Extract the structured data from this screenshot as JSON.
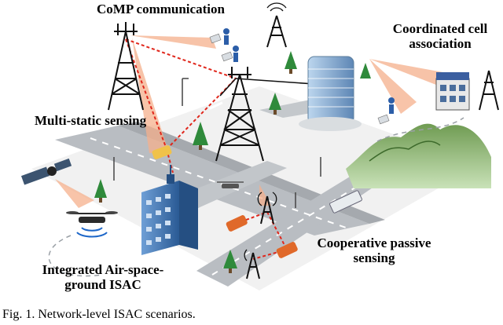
{
  "labels": {
    "comp": "CoMP communication",
    "coord_line1": "Coordinated cell",
    "coord_line2": "association",
    "multistatic": "Multi-static sensing",
    "integrated_line1": "Integrated Air-space-",
    "integrated_line2": "ground ISAC",
    "coop_line1": "Cooperative passive",
    "coop_line2": "sensing"
  },
  "caption": "Fig. 1.  Network-level ISAC scenarios.",
  "colors": {
    "road": "#b9bdc2",
    "ground": "#eeeeee",
    "tower": "#111111",
    "beam": "#f2a07a",
    "sensing_link": "#e0261b",
    "hill": "#4e7a3a",
    "tree": "#2f8a3b",
    "building_blue": "#3b6ea8",
    "car": "#e0692a"
  },
  "icons": [
    "tower-icon",
    "satellite-icon",
    "drone-icon",
    "car-icon",
    "user-phone-icon",
    "building-icon",
    "tree-icon",
    "hill-icon",
    "bus-icon",
    "radar-icon"
  ]
}
